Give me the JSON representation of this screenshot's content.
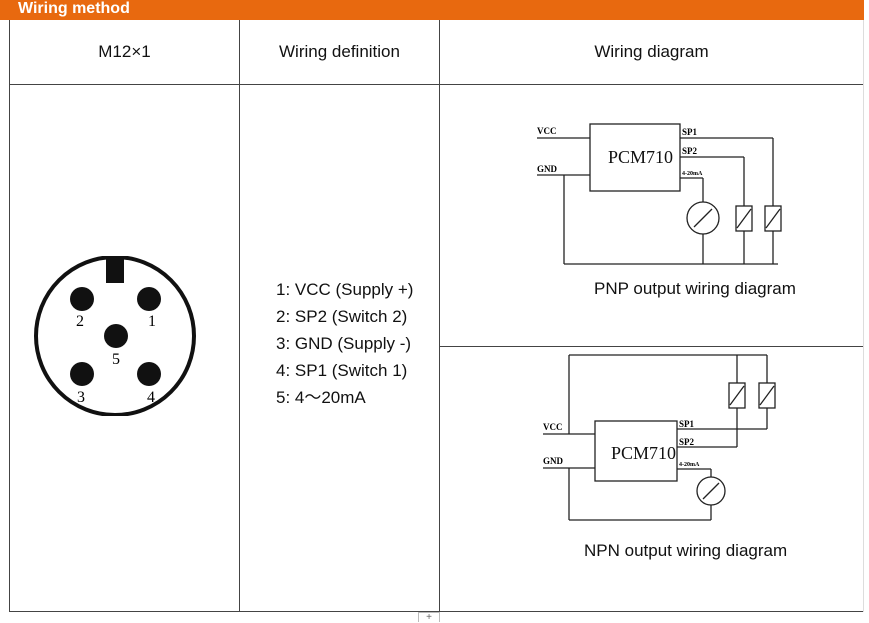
{
  "title": "Wiring method",
  "headers": {
    "connector": "M12×1",
    "definition": "Wiring definition",
    "diagram": "Wiring diagram"
  },
  "pins": [
    "1: VCC (Supply +)",
    "2: SP2 (Switch 2)",
    "3: GND (Supply -)",
    "4: SP1 (Switch 1)",
    "5: 4～20mA"
  ],
  "connector_labels": [
    "1",
    "2",
    "3",
    "4",
    "5"
  ],
  "pnp": {
    "model": "PCM710",
    "vcc": "VCC",
    "gnd": "GND",
    "sp1": "SP1",
    "sp2": "SP2",
    "current": "4-20mA",
    "caption": "PNP output wiring diagram"
  },
  "npn": {
    "model": "PCM710",
    "vcc": "VCC",
    "gnd": "GND",
    "sp1": "SP1",
    "sp2": "SP2",
    "current": "4-20mA",
    "caption": "NPN output wiring diagram"
  },
  "ui": {
    "tab_glyph": "+"
  }
}
